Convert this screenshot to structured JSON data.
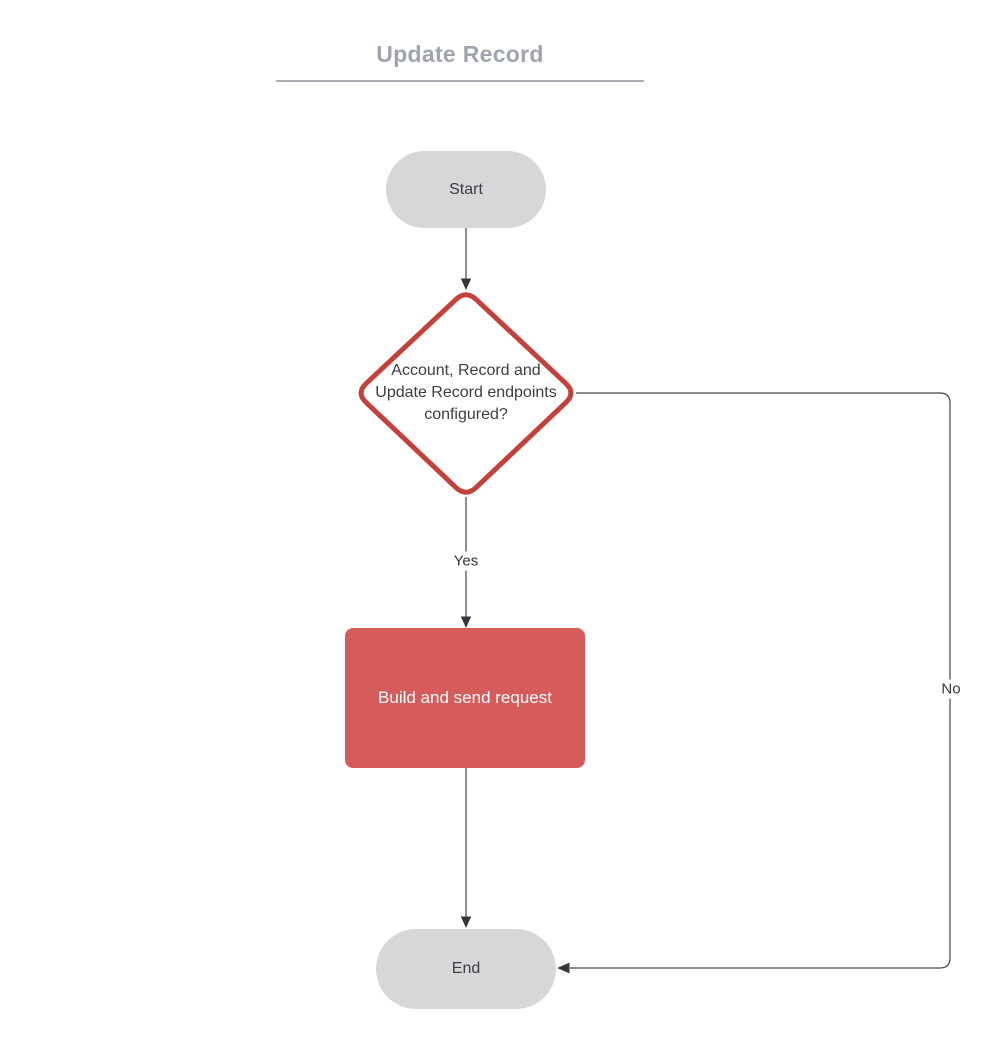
{
  "title": {
    "text": "Update Record"
  },
  "colors": {
    "title_text": "#9fa4ad",
    "title_underline": "#abafb7",
    "terminator_fill": "#d6d7d9",
    "node_text": "#3b3e45",
    "decision_stroke": "#c4403a",
    "process_fill": "#d65c5c",
    "process_text": "#ffffff",
    "connector": "#42464d"
  },
  "nodes": {
    "start": {
      "type": "terminator",
      "label": "Start"
    },
    "decision": {
      "type": "decision",
      "label": "Account, Record and Update Record endpoints configured?",
      "label_lines": [
        "Account, Record and",
        "Update Record endpoints",
        "configured?"
      ]
    },
    "process": {
      "type": "process",
      "label": "Build and send request"
    },
    "end": {
      "type": "terminator",
      "label": "End"
    }
  },
  "edges": [
    {
      "from": "start",
      "to": "decision",
      "label": ""
    },
    {
      "from": "decision",
      "to": "process",
      "label": "Yes"
    },
    {
      "from": "process",
      "to": "end",
      "label": ""
    },
    {
      "from": "decision",
      "to": "end",
      "label": "No"
    }
  ]
}
